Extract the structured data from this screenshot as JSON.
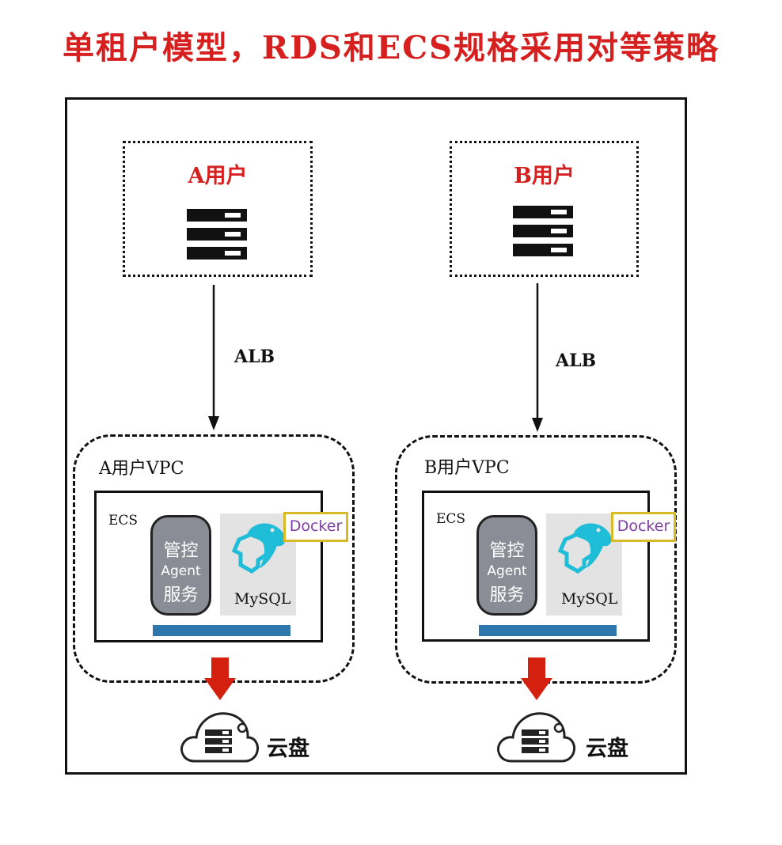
{
  "title": "单租户模型，RDS和ECS规格采用对等策略",
  "colors": {
    "title": "#d61f1f",
    "user_label": "#d61f1f",
    "docker_text": "#7e3fa2",
    "docker_border": "#d8b928",
    "bar": "#2d77ad",
    "arrow_red": "#d4200f",
    "agent_bg": "#8a8d96",
    "mysql_logo": "#20bdd8"
  },
  "tenants": [
    {
      "user_label": "A用户",
      "lb_label": "ALB",
      "vpc_label": "A用户VPC",
      "ecs_label": "ECS",
      "agent_line1": "管控",
      "agent_line2": "Agent",
      "agent_line3": "服务",
      "db_label": "MySQL",
      "container_label": "Docker",
      "disk_label": "云盘",
      "server_icon": "server-rack-icon",
      "disk_icon": "cloud-disk-icon"
    },
    {
      "user_label": "B用户",
      "lb_label": "ALB",
      "vpc_label": "B用户VPC",
      "ecs_label": "ECS",
      "agent_line1": "管控",
      "agent_line2": "Agent",
      "agent_line3": "服务",
      "db_label": "MySQL",
      "container_label": "Docker",
      "disk_label": "云盘",
      "server_icon": "server-rack-icon",
      "disk_icon": "cloud-disk-icon"
    }
  ]
}
